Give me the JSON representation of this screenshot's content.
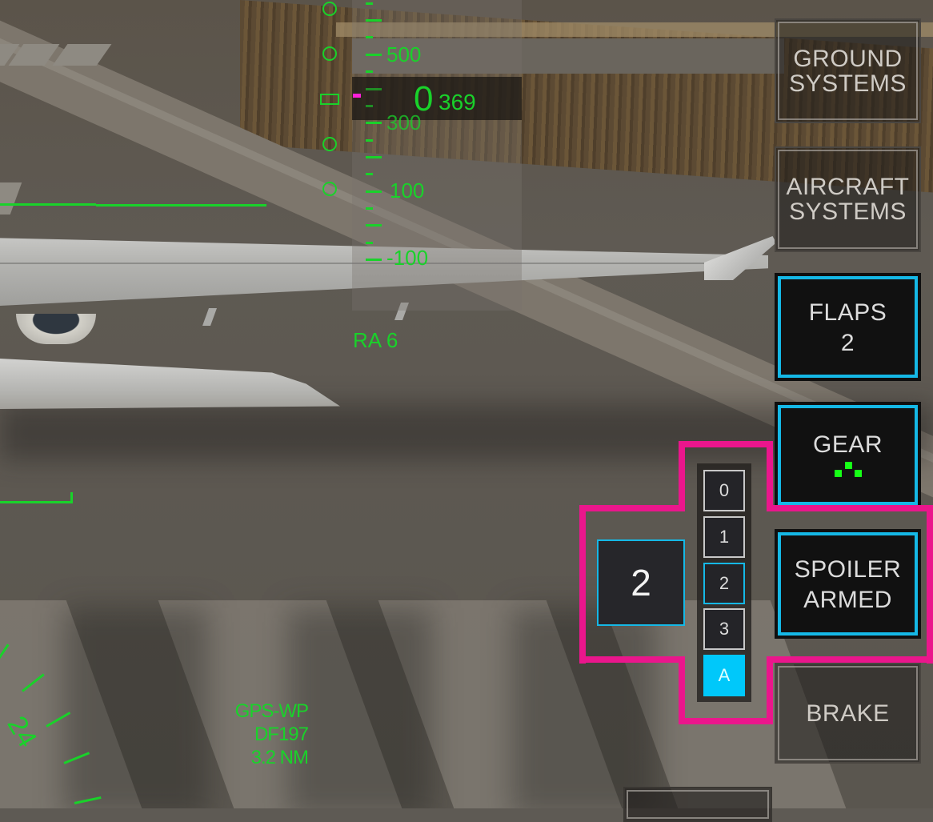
{
  "hud": {
    "altitude_tape": {
      "labels": [
        "500",
        "300",
        "100",
        "-100"
      ],
      "readout_major": "0",
      "readout_minor": "369"
    },
    "radio_altitude": "RA 6",
    "heading_label": "24",
    "gps": {
      "line1": "GPS-WP",
      "line2": "DF197",
      "line3": "3.2 NM"
    },
    "colors": {
      "hud": "#19d22a",
      "pointer": "#ff1fd8"
    }
  },
  "side_buttons": {
    "ground_systems": [
      "GROUND",
      "SYSTEMS"
    ],
    "aircraft_systems": [
      "AIRCRAFT",
      "SYSTEMS"
    ],
    "flaps": [
      "FLAPS",
      "2"
    ],
    "gear": "GEAR",
    "spoiler": [
      "SPOILER",
      "ARMED"
    ],
    "brake": "BRAKE"
  },
  "flaps_selector": {
    "current": "2",
    "options": [
      "0",
      "1",
      "2",
      "3",
      "A"
    ],
    "selected": "2",
    "auto_label": "A",
    "colors": {
      "active_border": "#15b8e6",
      "auto_fill": "#00c8fa",
      "highlight": "#ea168c"
    }
  }
}
